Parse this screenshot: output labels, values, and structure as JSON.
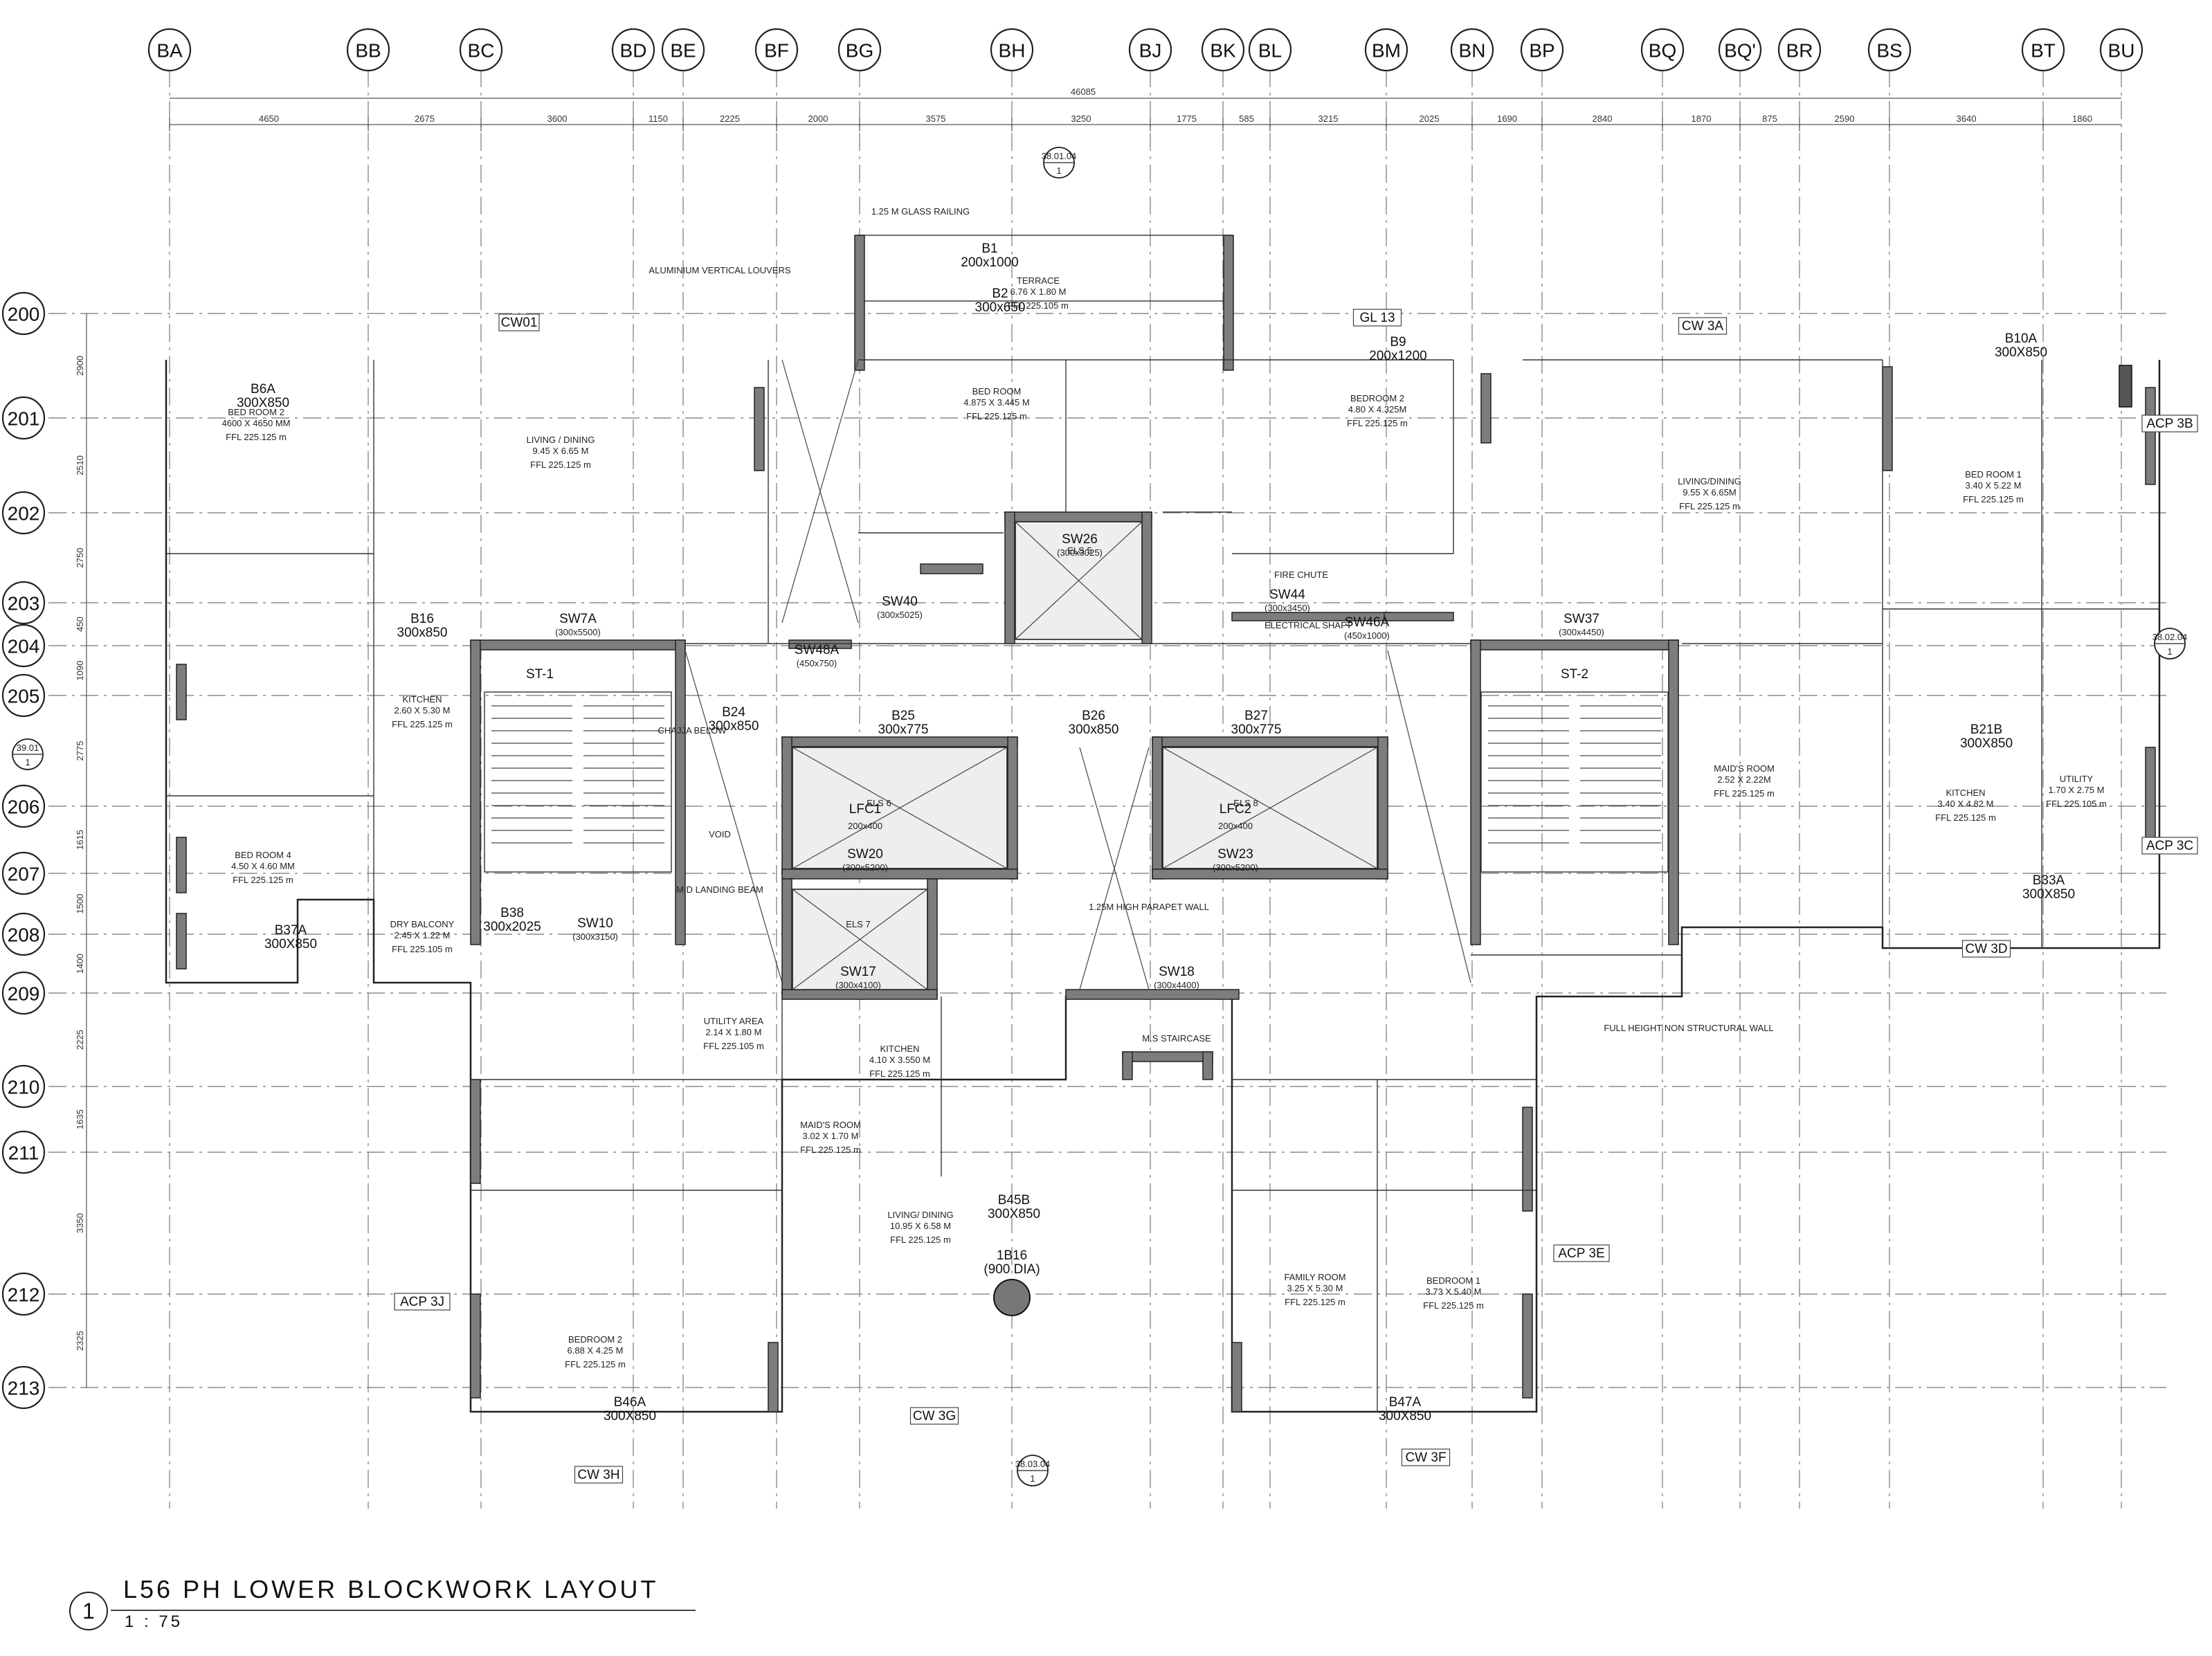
{
  "drawing": {
    "title": "L56 PH LOWER BLOCKWORK LAYOUT",
    "number": "1",
    "scale": "1 : 75",
    "overall_dimension": "46085"
  },
  "grid_columns": [
    "BA",
    "BB",
    "BC",
    "BD",
    "BE",
    "BF",
    "BG",
    "BH",
    "BJ",
    "BK",
    "BL",
    "BM",
    "BN",
    "BP",
    "BQ",
    "BQ'",
    "BR",
    "BS",
    "BT",
    "BU"
  ],
  "grid_rows": [
    "200",
    "201",
    "202",
    "203",
    "204",
    "205",
    "206",
    "207",
    "208",
    "209",
    "210",
    "211",
    "212",
    "213"
  ],
  "dimensions_top": [
    "4650",
    "2675",
    "3600",
    "1150",
    "2225",
    "2000",
    "3575",
    "3250",
    "1775",
    "585",
    "3215",
    "2025",
    "1690",
    "2840",
    "1870",
    "875",
    "2590",
    "3640",
    "1860"
  ],
  "dimensions_left": [
    "2900",
    "2510",
    "2750",
    "450",
    "1090",
    "2775",
    "1615",
    "1500",
    "1400",
    "2225",
    "1635",
    "3350",
    "2325"
  ],
  "section_marks": [
    {
      "ref": "38.01.04",
      "num": "1"
    },
    {
      "ref": "38.02.04",
      "num": "1"
    },
    {
      "ref": "38.03.04",
      "num": "1"
    },
    {
      "ref": "39.01",
      "num": "1"
    }
  ],
  "callouts": [
    "CW01",
    "CW 3A",
    "CW 3D",
    "CW 3G",
    "CW 3H",
    "CW 3F",
    "ACP 3B",
    "ACP 3C",
    "ACP 3E",
    "ACP 3J",
    "GL 13"
  ],
  "rooms": [
    {
      "name": "BED ROOM 2",
      "size": "4600 X 4650 MM",
      "level": "FFL 225.125 m"
    },
    {
      "name": "LIVING / DINING",
      "size": "9.45 X 6.65 M",
      "level": "FFL 225.125 m"
    },
    {
      "name": "BED ROOM",
      "size": "4.875 X 3.445 M",
      "level": "FFL 225.125 m"
    },
    {
      "name": "TERRACE",
      "size": "6.76 X 1.80 M",
      "level": "FFL 225.105 m"
    },
    {
      "name": "BEDROOM 2",
      "size": "4.80 X 4.325M",
      "level": "FFL 225.125 m"
    },
    {
      "name": "LIVING/DINING",
      "size": "9.55 X 6.65M",
      "level": "FFL 225.125 m"
    },
    {
      "name": "BED ROOM 1",
      "size": "3.40 X 5.22 M",
      "level": "FFL 225.125 m"
    },
    {
      "name": "KITCHEN",
      "size": "2.60 X 5.30 M",
      "level": "FFL 225.125 m"
    },
    {
      "name": "BED ROOM 4",
      "size": "4.50 X 4.60 MM",
      "level": "FFL 225.125 m"
    },
    {
      "name": "DRY BALCONY",
      "size": "2.45 X 1.22 M",
      "level": "FFL 225.105 m"
    },
    {
      "name": "MAID'S ROOM",
      "size": "2.52 X 2.22M",
      "level": "FFL 225.125 m"
    },
    {
      "name": "KITCHEN",
      "size": "3.40 X 4.82 M",
      "level": "FFL 225.125 m"
    },
    {
      "name": "UTILITY",
      "size": "1.70 X 2.75 M",
      "level": "FFL 225.105 m"
    },
    {
      "name": "KITCHEN",
      "size": "4.10 X 3.550 M",
      "level": "FFL 225.125 m"
    },
    {
      "name": "MAID'S ROOM",
      "size": "3.02 X 1.70 M",
      "level": "FFL 225.125 m"
    },
    {
      "name": "LIVING/ DINING",
      "size": "10.95 X 6.58 M",
      "level": "FFL 225.125 m"
    },
    {
      "name": "BEDROOM 2",
      "size": "6.88 X 4.25 M",
      "level": "FFL 225.125 m"
    },
    {
      "name": "FAMILY ROOM",
      "size": "3.25 X 5.30 M",
      "level": "FFL 225.125 m"
    },
    {
      "name": "BEDROOM 1",
      "size": "3.73 X 5.40 M",
      "level": "FFL 225.125 m"
    },
    {
      "name": "UTILITY AREA",
      "size": "2.14 X 1.80 M",
      "level": "FFL 225.105 m"
    }
  ],
  "cores": [
    {
      "name": "ST-1"
    },
    {
      "name": "ST-2"
    },
    {
      "name": "LFC1",
      "size": "200x400"
    },
    {
      "name": "LFC2",
      "size": "200x400"
    },
    {
      "name": "ELS 5"
    },
    {
      "name": "ELS 6"
    },
    {
      "name": "ELS 7"
    },
    {
      "name": "ELS 8"
    }
  ],
  "walls": [
    "SW7A (300x5500)",
    "SW37 (300x4450)",
    "SW26 (300x3025)",
    "SW20 (300x5200)",
    "SW23 (300x5200)",
    "SW17 (300x4100)",
    "SW18 (300x4400)",
    "SW10 (300x3150)",
    "SW46A (450x1000)",
    "SW48A (450x750)",
    "SW40 (300x5025)",
    "SW44 (300x3450)"
  ],
  "beams": [
    "B1 200x1000",
    "B2 300x650",
    "B6A 300X850",
    "B9 200x1200",
    "B10A 300X850",
    "B16 300x850",
    "B24 300x850",
    "B26 300x850",
    "B27 300x775",
    "B25 300x775",
    "B38 300x2025",
    "B45B 300X850",
    "B46A 300X850",
    "B47A 300X850",
    "B37A 300X850",
    "B33A 300X850",
    "B21B 300X850",
    "1B16 (900 DIA)"
  ],
  "notes": [
    "1.25 M GLASS RAILING",
    "ALUMINIUM VERTICAL LOUVERS",
    "CHAJJA BELOW",
    "MID LANDING BEAM",
    "FIRE CHUTE",
    "ELECTRICAL SHAFT",
    "FULL HEIGHT NON STRUCTURAL WALL",
    "1.25M HIGH PARAPET WALL",
    "M.S STAIRCASE",
    "VOID"
  ]
}
